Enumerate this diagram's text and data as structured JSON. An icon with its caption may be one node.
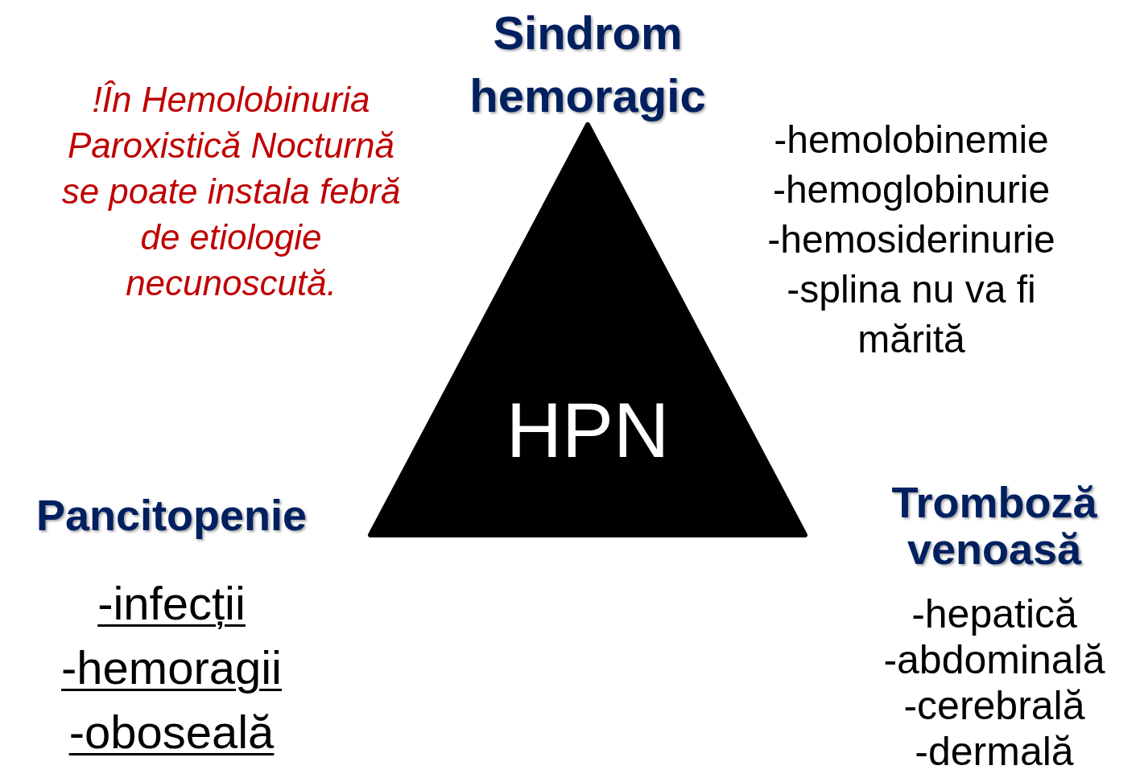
{
  "diagram": {
    "nodes": [
      {
        "text": [
          "HPN"
        ]
      }
    ],
    "edges": [],
    "labels": [
      "!În Hemolobinuria Paroxistică Nocturnă se poate instala febră de etiologie necunoscută.",
      "Sindrom hemoragic",
      "-hemolobinemie",
      "-hemoglobinurie",
      "-hemosiderinurie",
      "-splina nu va fi mărită",
      "Pancitopenie",
      "-infecții",
      "-hemoragii",
      "-oboseală",
      "Tromboză venoasă",
      "-hepatică",
      "-abdominală",
      "-cerebrală",
      "-dermală"
    ]
  }
}
